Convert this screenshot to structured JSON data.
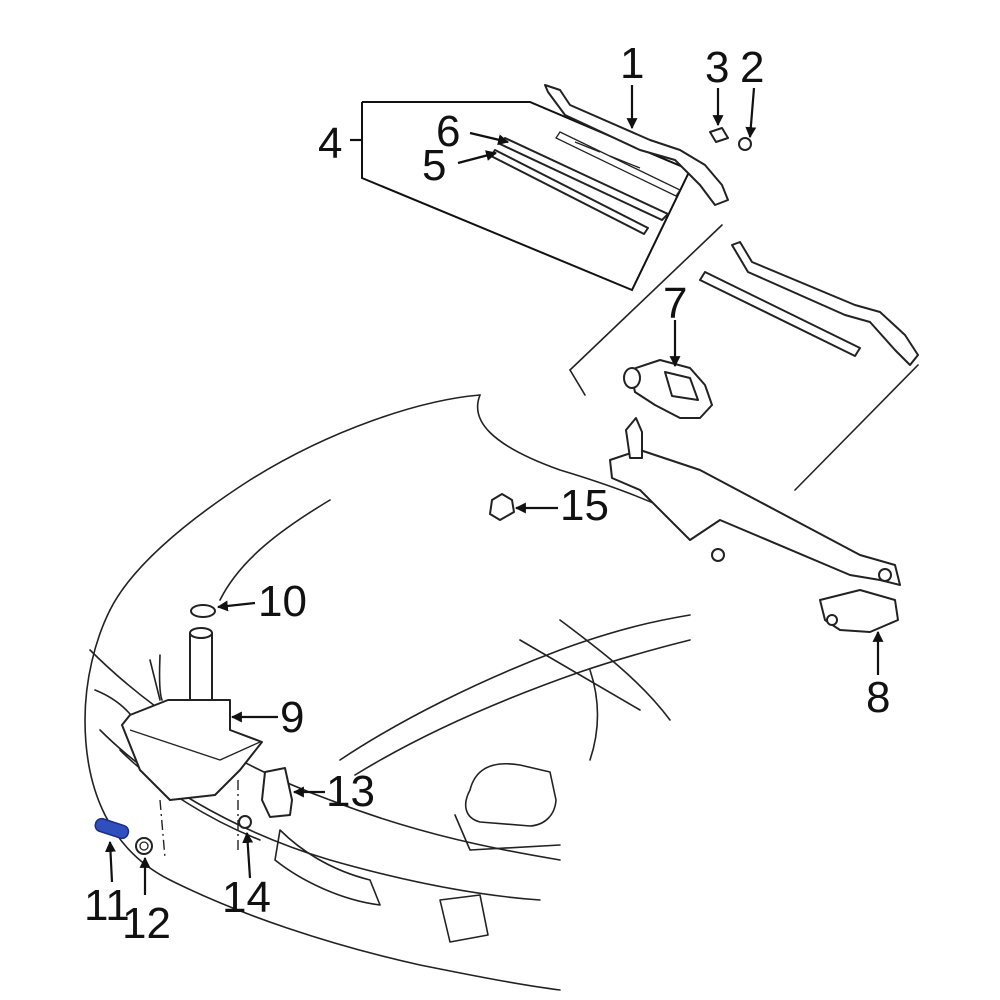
{
  "diagram": {
    "callouts": {
      "c1": "1",
      "c2": "2",
      "c3": "3",
      "c4": "4",
      "c5": "5",
      "c6": "6",
      "c7": "7",
      "c8": "8",
      "c9": "9",
      "c10": "10",
      "c11": "11",
      "c12": "12",
      "c13": "13",
      "c14": "14",
      "c15": "15"
    },
    "colors": {
      "line": "#222222",
      "background": "#ffffff",
      "highlight_part": "#2f4fbf"
    }
  }
}
